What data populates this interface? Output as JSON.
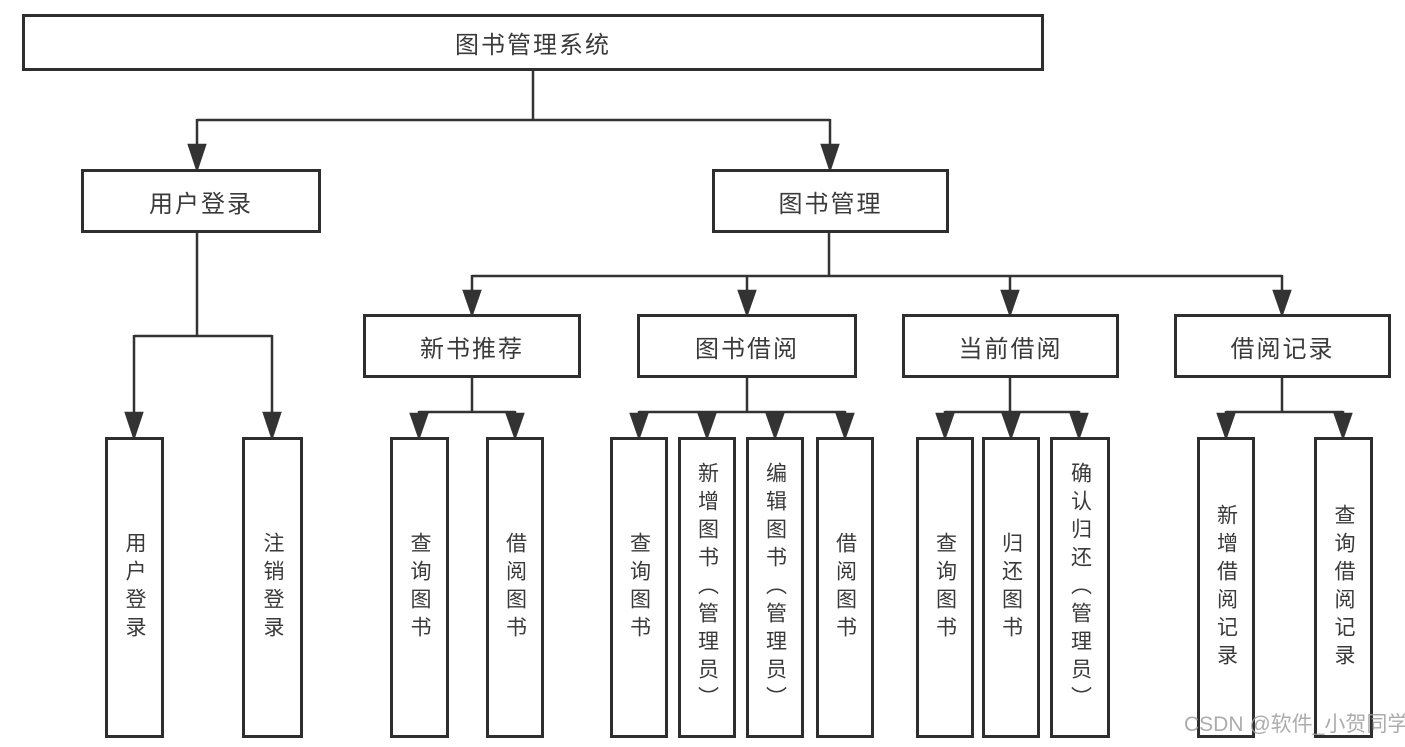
{
  "tree": {
    "root": {
      "label": "图书管理系统"
    },
    "branches": [
      {
        "label": "用户登录",
        "children": [
          {
            "label": "用户登录"
          },
          {
            "label": "注销登录"
          }
        ]
      },
      {
        "label": "图书管理",
        "children": [
          {
            "label": "新书推荐",
            "children": [
              {
                "label": "查询图书"
              },
              {
                "label": "借阅图书"
              }
            ]
          },
          {
            "label": "图书借阅",
            "children": [
              {
                "label": "查询图书"
              },
              {
                "label": "新增图书（管理员）"
              },
              {
                "label": "编辑图书（管理员）"
              },
              {
                "label": "借阅图书"
              }
            ]
          },
          {
            "label": "当前借阅",
            "children": [
              {
                "label": "查询图书"
              },
              {
                "label": "归还图书"
              },
              {
                "label": "确认归还（管理员）"
              }
            ]
          },
          {
            "label": "借阅记录",
            "children": [
              {
                "label": "新增借阅记录"
              },
              {
                "label": "查询借阅记录"
              }
            ]
          }
        ]
      }
    ]
  },
  "watermark": {
    "text": "CSDN @软件_小贺同学"
  },
  "colors": {
    "line": "#333333",
    "box_border": "#2e2e2e",
    "text": "#3a3a3a",
    "background": "#ffffff",
    "watermark": "#9e9e9e"
  }
}
